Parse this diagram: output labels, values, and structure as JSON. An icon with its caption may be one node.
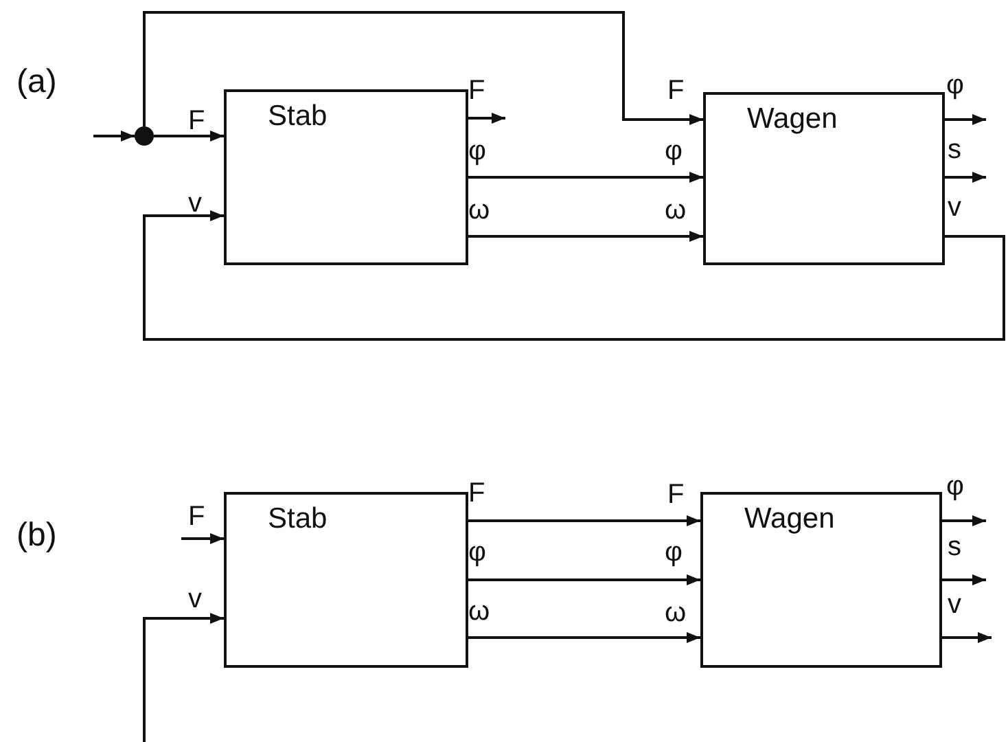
{
  "diagram": {
    "nodes": [
      {
        "text": [
          "Stab"
        ]
      },
      {
        "text": [
          "Wagen"
        ]
      },
      {
        "text": [],
        "shape": "circle"
      },
      {
        "text": [
          "Stab"
        ]
      },
      {
        "text": [
          "Wagen"
        ]
      }
    ],
    "edges": [
      {
        "from": null,
        "to": 2,
        "arrow": "to"
      },
      {
        "from": 2,
        "to": 0,
        "arrow": "to"
      },
      {
        "from": 2,
        "to": 1,
        "arrow": "to"
      },
      {
        "from": 1,
        "to": 0,
        "arrow": "to"
      },
      {
        "from": 0,
        "to": null,
        "arrow": "to"
      },
      {
        "from": 0,
        "to": 1,
        "arrow": "to"
      },
      {
        "from": 0,
        "to": 1,
        "arrow": "to"
      },
      {
        "from": 1,
        "to": null,
        "arrow": "to"
      },
      {
        "from": 1,
        "to": null,
        "arrow": "to"
      },
      {
        "from": null,
        "to": 3,
        "arrow": "to"
      },
      {
        "from": null,
        "to": 3,
        "arrow": "to"
      },
      {
        "from": 3,
        "to": 4,
        "arrow": "to"
      },
      {
        "from": 3,
        "to": 4,
        "arrow": "to"
      },
      {
        "from": 3,
        "to": 4,
        "arrow": "to"
      },
      {
        "from": 4,
        "to": null,
        "arrow": "to"
      },
      {
        "from": 4,
        "to": null,
        "arrow": "to"
      },
      {
        "from": 4,
        "to": null,
        "arrow": "to"
      }
    ],
    "labels": [
      "(a)",
      "F",
      "v",
      "F",
      "φ",
      "ω",
      "F",
      "φ",
      "ω",
      "φ",
      "s",
      "v",
      "(b)",
      "F",
      "v",
      "F",
      "φ",
      "ω",
      "F",
      "φ",
      "ω",
      "φ",
      "s",
      "v"
    ]
  }
}
